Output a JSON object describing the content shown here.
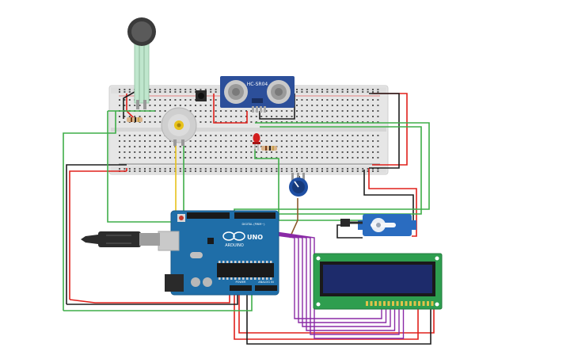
{
  "colors": {
    "wire_red": "#e0201b",
    "wire_black": "#1e1e1e",
    "wire_green": "#3fae49",
    "wire_yellow": "#e8c21a",
    "wire_purple": "#8a2aa6",
    "wire_brown": "#8b5a2b",
    "breadboard": "#e8e8e8",
    "arduino_board": "#1f6ea8",
    "sensor_board": "#2c4f9a",
    "lcd_pcb": "#2e9e4f",
    "lcd_screen": "#1d2b6b",
    "servo_body": "#2a6cc0"
  },
  "components": {
    "ultrasonic": {
      "label": "HC-SR04"
    },
    "arduino": {
      "logo_text": "ARDUINO",
      "model_text": "UNO",
      "power_label": "POWER",
      "analog_label": "ANALOG IN",
      "digital_label": "DIGITAL (PWM~)"
    },
    "icons": [
      "force-sensor-icon",
      "ultrasonic-sensor-icon",
      "dc-motor-icon",
      "pushbutton-icon",
      "led-icon",
      "resistor-icon",
      "potentiometer-icon",
      "servo-icon",
      "lcd-icon",
      "usb-cable-icon"
    ]
  }
}
